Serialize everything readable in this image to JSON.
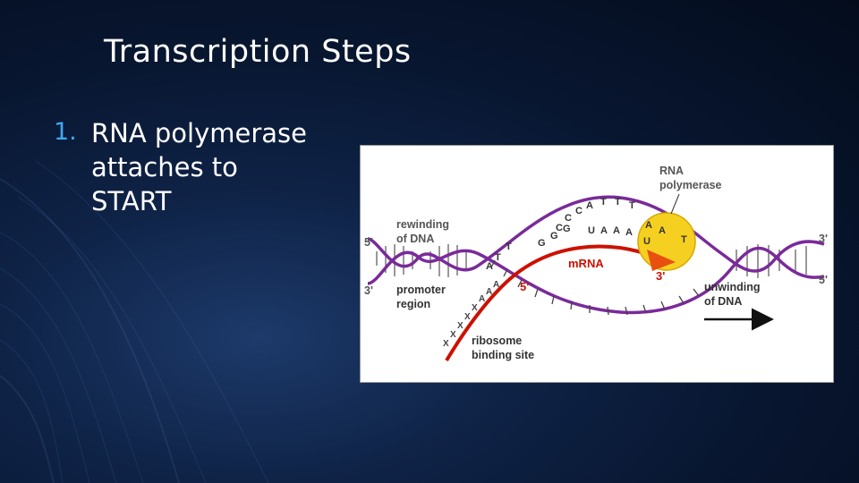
{
  "slide": {
    "title": "Transcription Steps",
    "bullets": [
      {
        "number": "1.",
        "text_lines": [
          "RNA polymerase",
          "attaches to",
          "START"
        ]
      }
    ]
  },
  "diagram": {
    "labels": {
      "rna_polymerase": [
        "RNA",
        "polymerase"
      ],
      "rewinding": [
        "rewinding",
        "of DNA"
      ],
      "promoter": [
        "promoter",
        "region"
      ],
      "ribosome": [
        "ribosome",
        "binding site"
      ],
      "unwinding": [
        "unwinding",
        "of DNA"
      ],
      "mrna": "mRNA",
      "end_5_left": "5'",
      "end_3_left": "3'",
      "end_3_right": "3'",
      "end_5_right": "5'",
      "mrna_5": "5'",
      "mrna_3": "3'"
    },
    "top_strand_bases": [
      "C",
      "C",
      "C",
      "A",
      "T",
      "T",
      "T",
      "A",
      "A",
      "T"
    ],
    "mrna_bases": [
      "G",
      "G",
      "G",
      "U",
      "A",
      "A",
      "A",
      "U"
    ],
    "mrna_tail_marks": [
      "A",
      "A",
      "A",
      "X",
      "X",
      "X",
      "X",
      "X"
    ],
    "left_bases": [
      "A",
      "T",
      "T"
    ],
    "colors": {
      "dna_strand": "#7a2a9a",
      "mrna": "#cc1100",
      "polymerase": "#f5d020",
      "polymerase_edge": "#d8a800",
      "arrow": "#e85010",
      "bullet_number": "#3fa9f5"
    }
  }
}
